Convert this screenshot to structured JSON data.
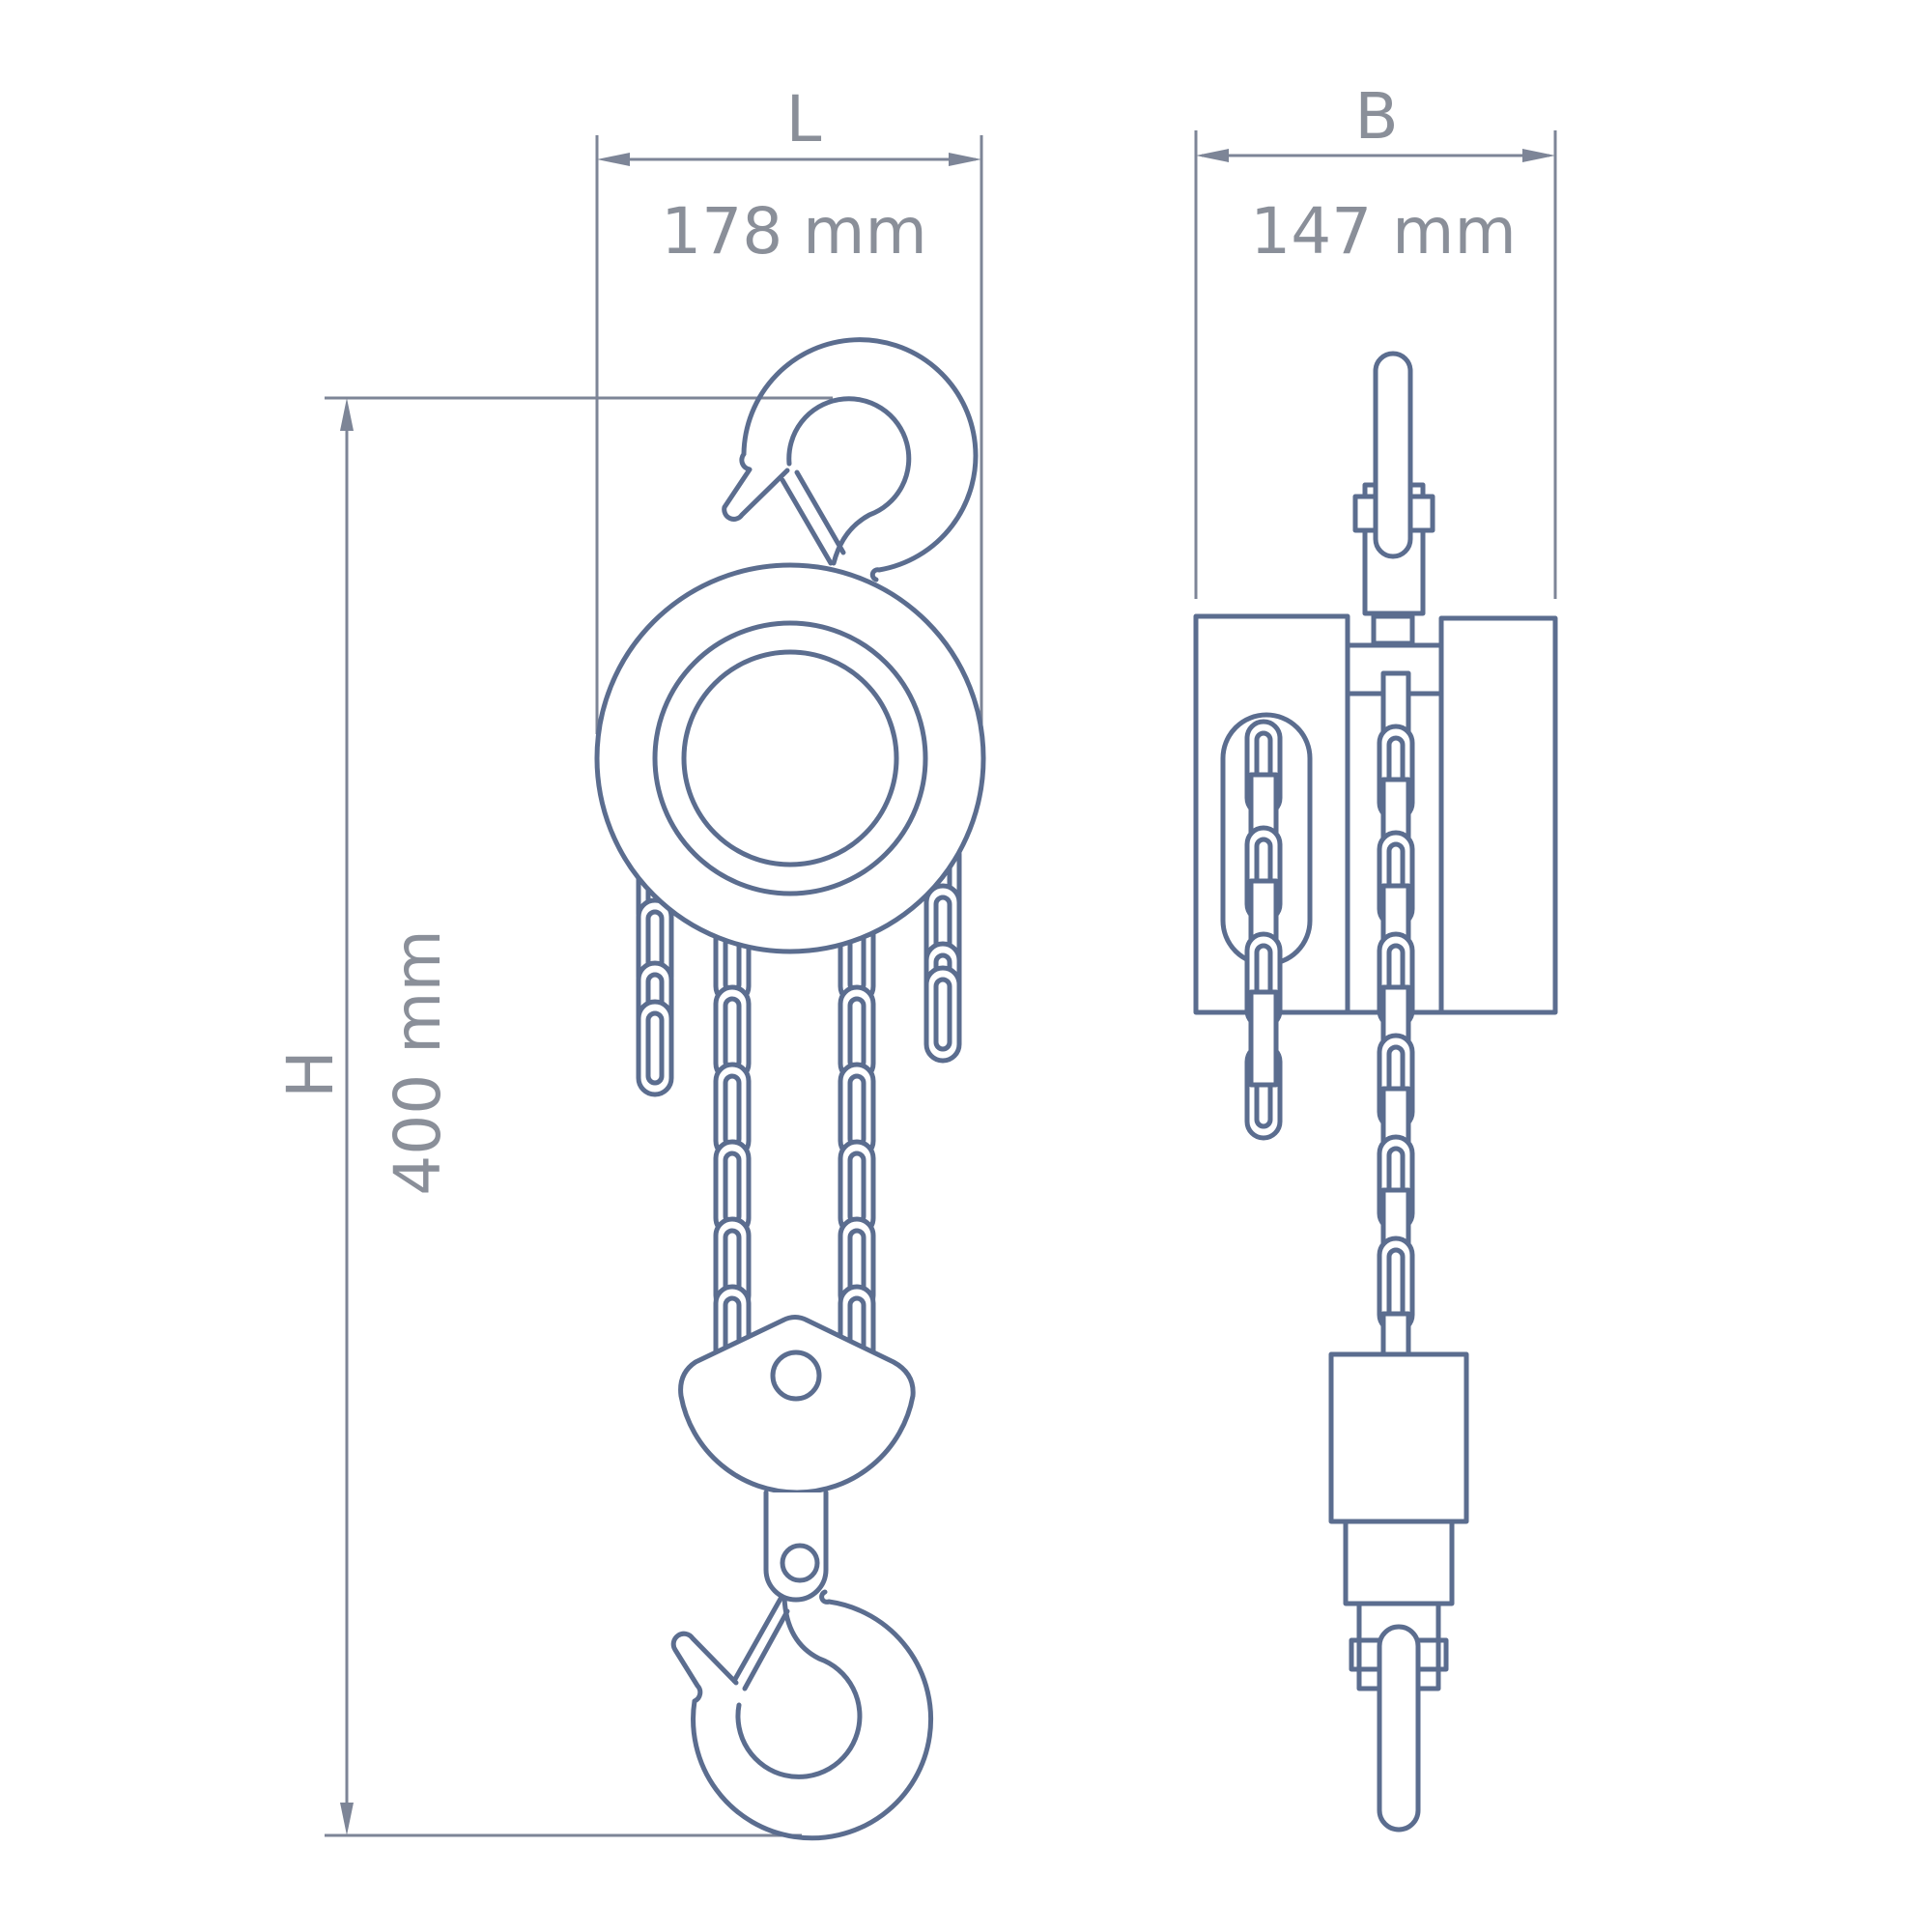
{
  "dimensions": {
    "length": {
      "symbol": "L",
      "value": "178 mm"
    },
    "width": {
      "symbol": "B",
      "value": "147 mm"
    },
    "height": {
      "symbol": "H",
      "value": "400 mm"
    }
  },
  "colors": {
    "outline": "#5b6d8f",
    "dimension": "#7d8597",
    "text": "#8a8f99"
  }
}
